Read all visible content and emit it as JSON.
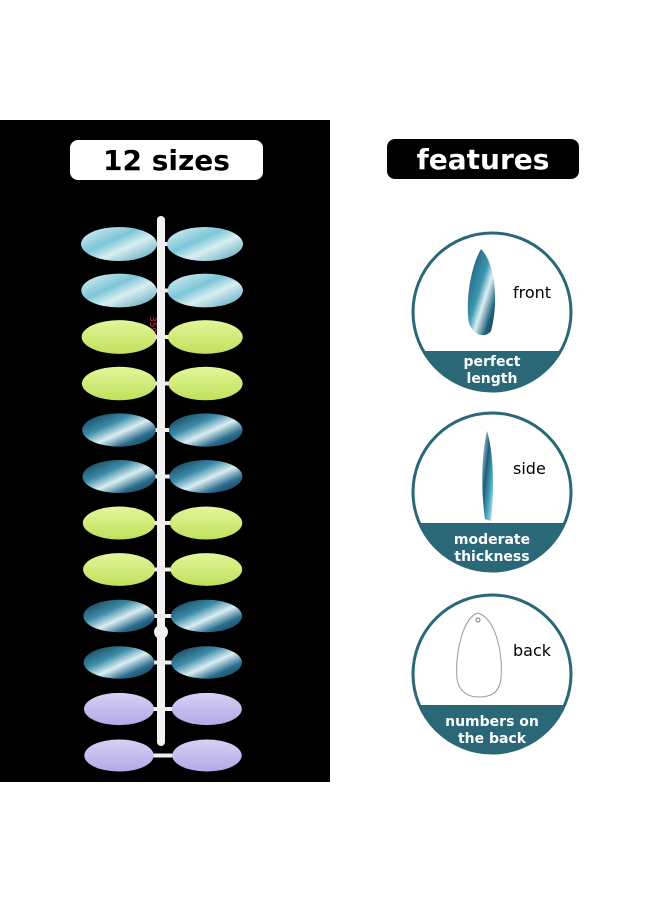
{
  "left": {
    "title": "12 sizes"
  },
  "right": {
    "title": "features",
    "items": [
      {
        "label": "front",
        "caption_line1": "perfect",
        "caption_line2": "length"
      },
      {
        "label": "side",
        "caption_line1": "moderate",
        "caption_line2": "thickness"
      },
      {
        "label": "back",
        "caption_line1": "numbers on",
        "caption_line2": "the back"
      }
    ]
  },
  "tray": {
    "stamp": "359"
  },
  "nail_rows": [
    "marble-light",
    "marble-light",
    "lime",
    "lime",
    "marble-dark",
    "marble-dark",
    "lime",
    "lime",
    "marble-dark",
    "marble-dark",
    "lavender",
    "lavender"
  ],
  "colors": {
    "teal": "#2a6877",
    "lime": "#d0ee72",
    "lavender": "#c6bdf0",
    "marble_light": "#bfe5ec",
    "marble_dark": "#1d4a66",
    "background_panel": "#000000"
  }
}
